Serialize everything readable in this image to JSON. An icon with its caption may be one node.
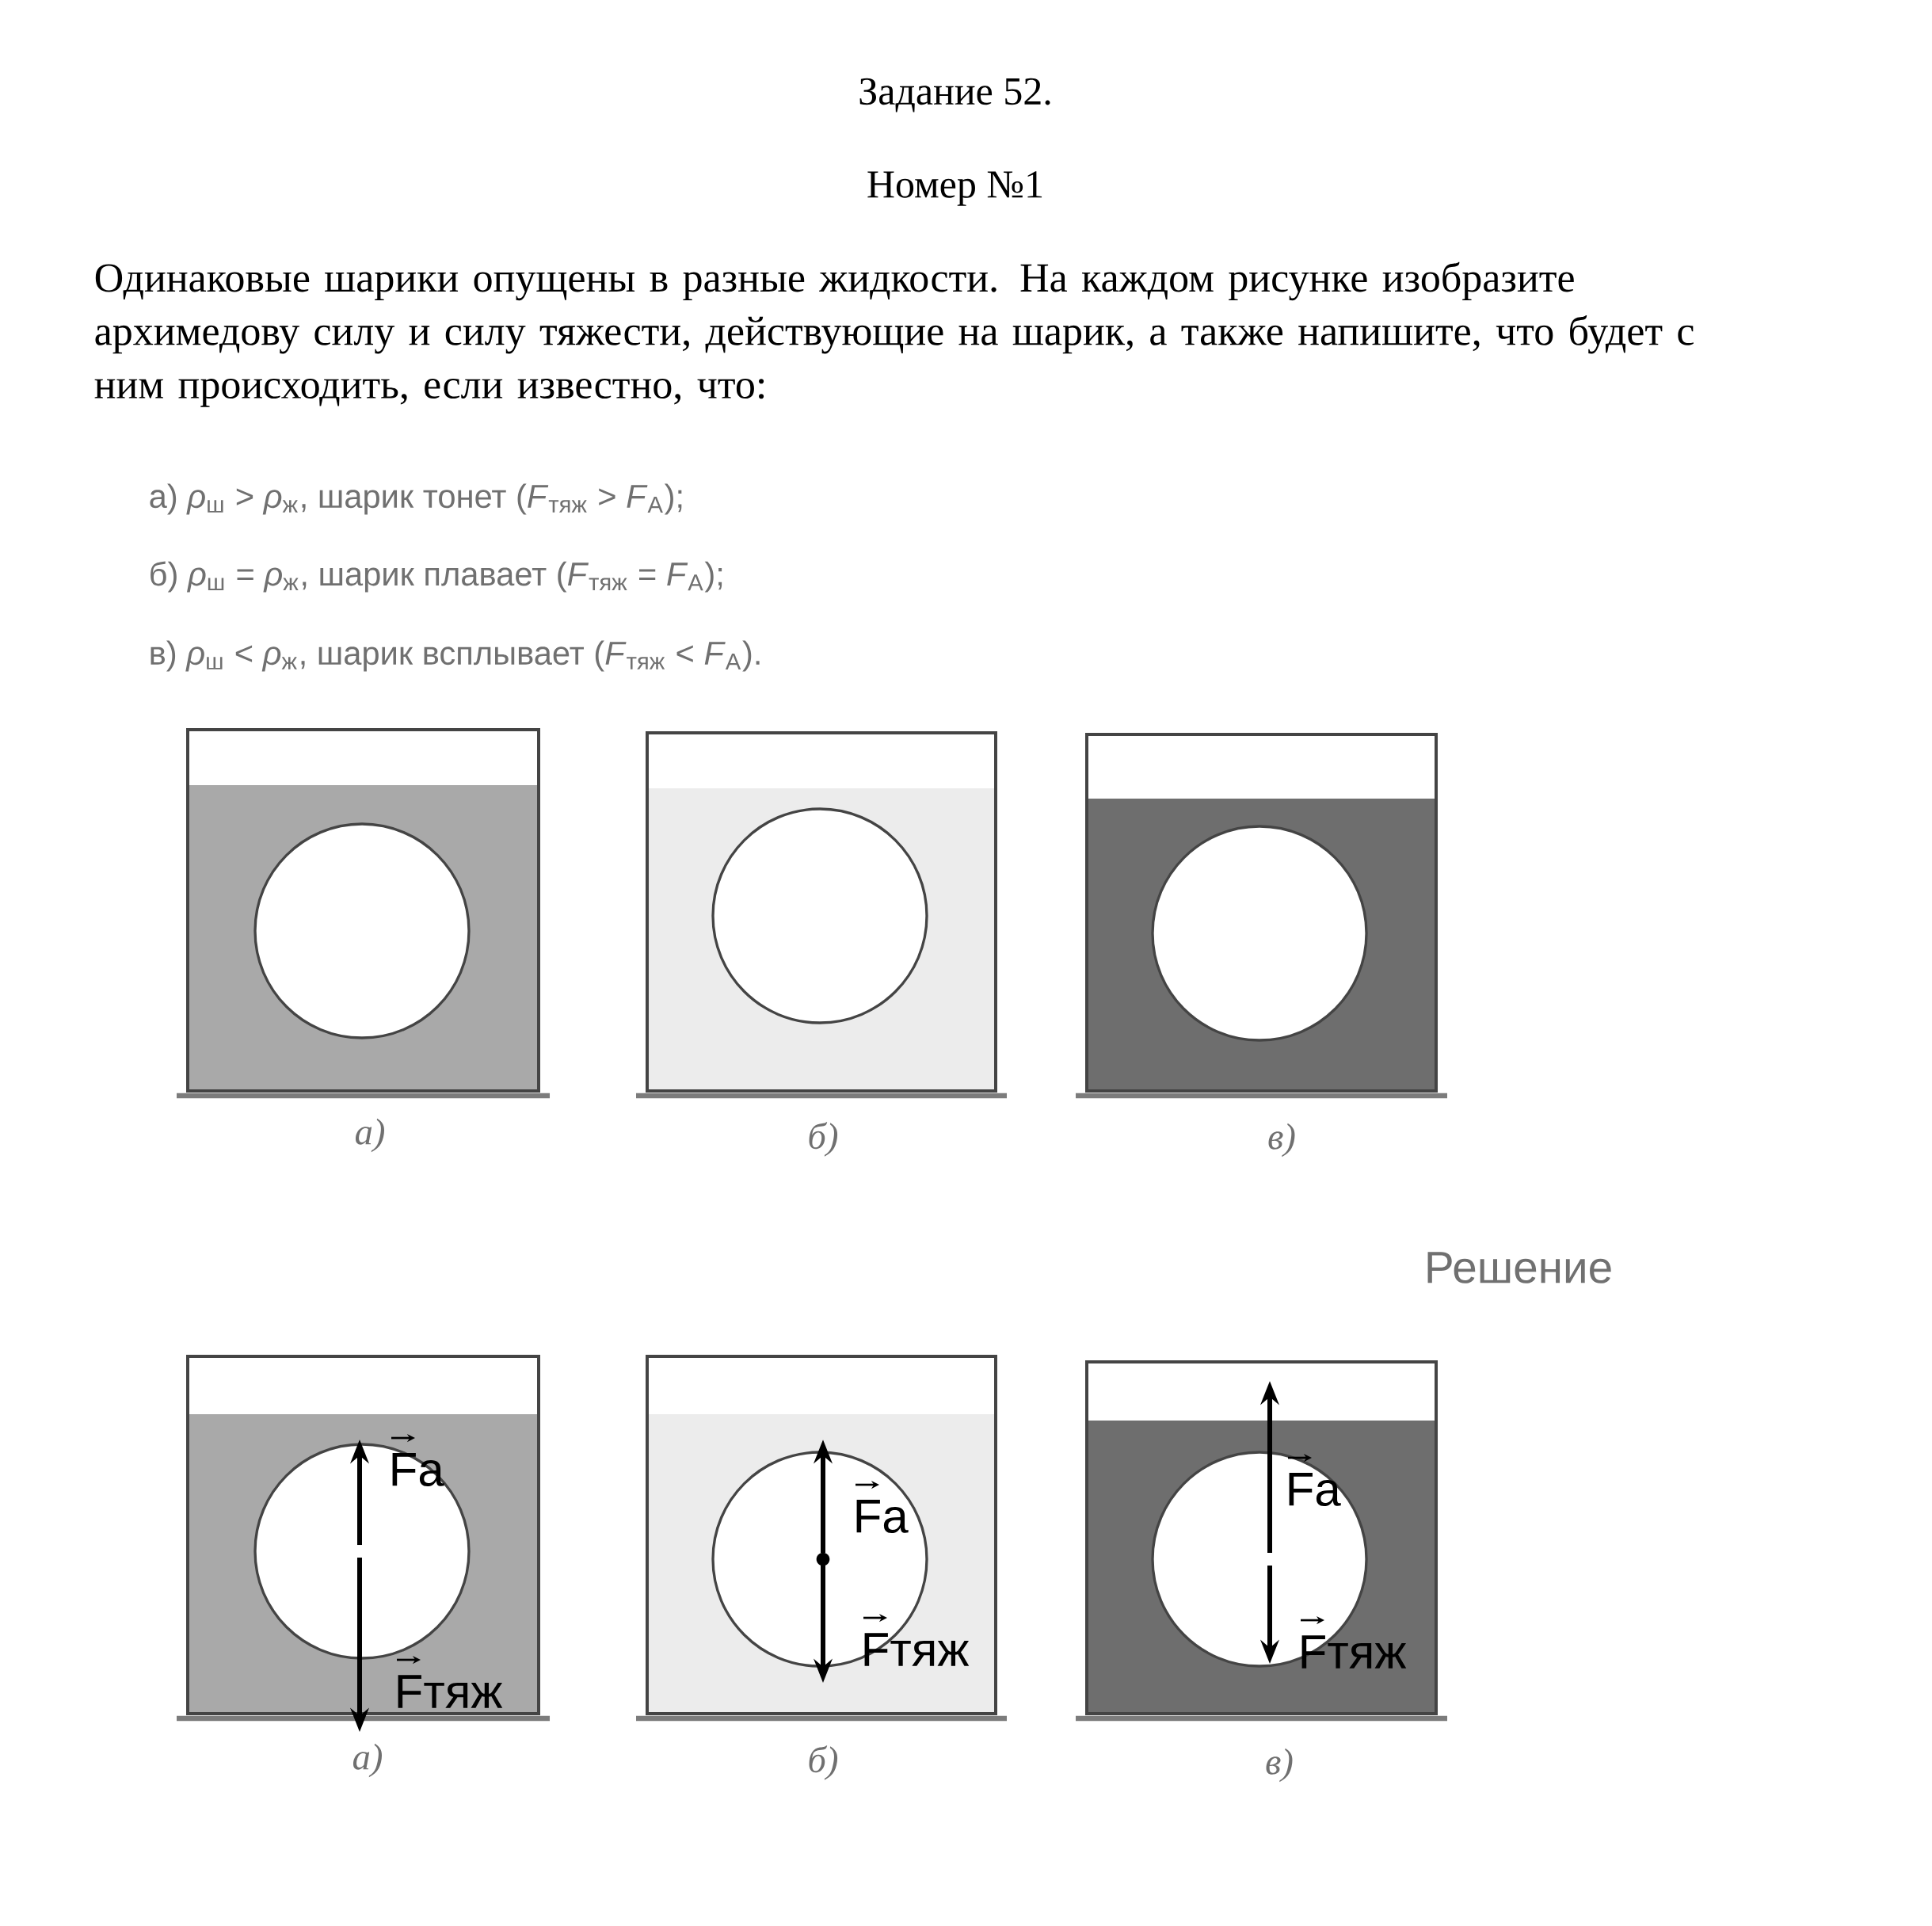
{
  "diagram": {
    "title": "Задание 52.",
    "nodes": [
      {
        "text": [],
        "shape": "box",
        "beside": [
          "а)"
        ]
      },
      {
        "text": [],
        "shape": "box",
        "beside": [
          "б)"
        ]
      },
      {
        "text": [],
        "shape": "box",
        "beside": [
          "в)"
        ]
      },
      {
        "text": [],
        "shape": "box",
        "beside": [
          "а)"
        ]
      },
      {
        "text": [],
        "shape": "box",
        "beside": [
          "б)"
        ]
      },
      {
        "text": [],
        "shape": "box",
        "beside": [
          "в)"
        ]
      }
    ],
    "labels": [
      "Номер №1",
      "Одинаковые шарики опущены в разные жидкости. На каждом рисунке изобразите архимедову силу и силу тяжести, действующие на шарик, а также напишите, что будет с ним происходить, если известно, что:",
      "а) *ρ*$_{ш}$ > *ρ*$_{ж}$, шарик тонет (*F*$_{тяж}$ > *F*$_{A}$);",
      "б) *ρ*$_{ш}$ = *ρ*$_{ж}$, шарик плавает (*F*$_{тяж}$ = *F*$_{A}$);",
      "в) *ρ*$_{ш}$ < *ρ*$_{ж}$, шарик всплывает (*F*$_{тяж}$ < *F*$_{A}$).",
      "Решение",
      "Fa",
      "Fтяж",
      "Fa",
      "Fтяж",
      "Fa",
      "Fтяж"
    ]
  }
}
